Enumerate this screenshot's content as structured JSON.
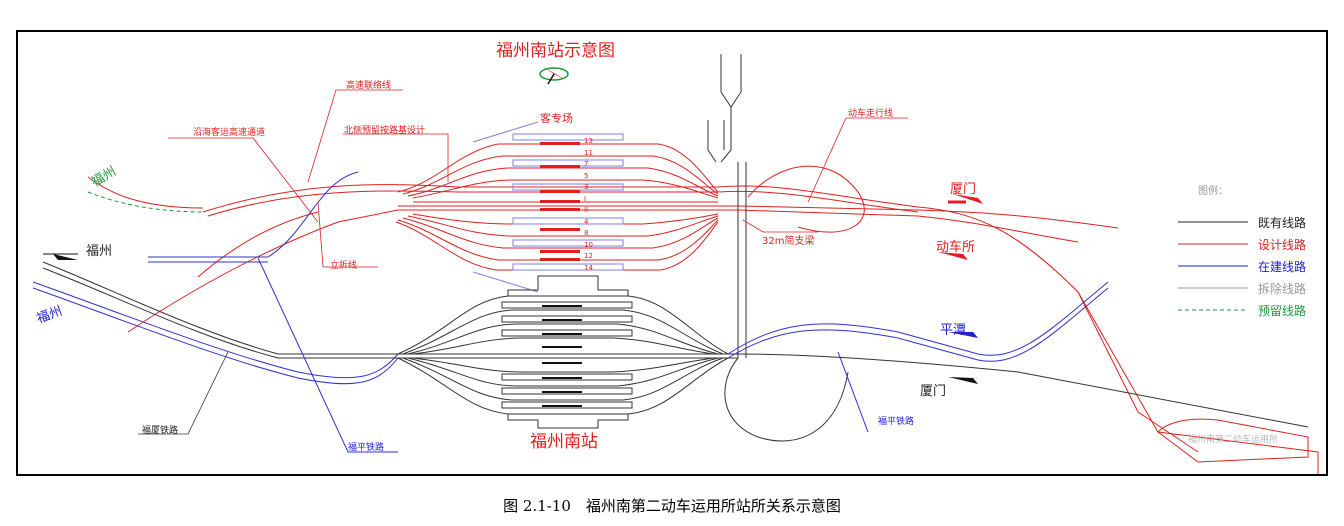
{
  "diagram": {
    "title": "福州南站示意图",
    "station_name": "福州南站",
    "labels": {
      "fuzhou_green": "福州",
      "fuzhou_black": "福州",
      "fuzhou_blue": "福州",
      "xiamen_red": "厦门",
      "depot_red": "动车所",
      "pingtan": "平潭",
      "xiamen_black": "厦门",
      "coastal_channel": "沿海客运高速通道",
      "express_link": "高速联络线",
      "north_reserve": "北侧预留按路基设计",
      "passenger_yard": "客专场",
      "emu_running_line": "动车走行线",
      "bridge_32m": "32m简支梁",
      "turnback_line": "立折线",
      "fuxia_railway": "福厦铁路",
      "fuping_railway_1": "福平铁路",
      "fuping_railway_2": "福平铁路",
      "depot_faded": "福州南第二动车运用所"
    },
    "track_numbers": [
      "13",
      "11",
      "7",
      "5",
      "3",
      "I",
      "II",
      "4",
      "8",
      "10",
      "12",
      "14"
    ],
    "legend": {
      "title": "图例：",
      "items": [
        {
          "label": "既有线路",
          "color": "#222222",
          "style": "solid"
        },
        {
          "label": "设计线路",
          "color": "#e02020",
          "style": "solid"
        },
        {
          "label": "在建线路",
          "color": "#2020d0",
          "style": "solid"
        },
        {
          "label": "拆除线路",
          "color": "#999999",
          "style": "solid"
        },
        {
          "label": "预留线路",
          "color": "#1a9a3a",
          "style": "dashed"
        }
      ]
    }
  },
  "caption": "图 2.1-10　福州南第二动车运用所站所关系示意图"
}
